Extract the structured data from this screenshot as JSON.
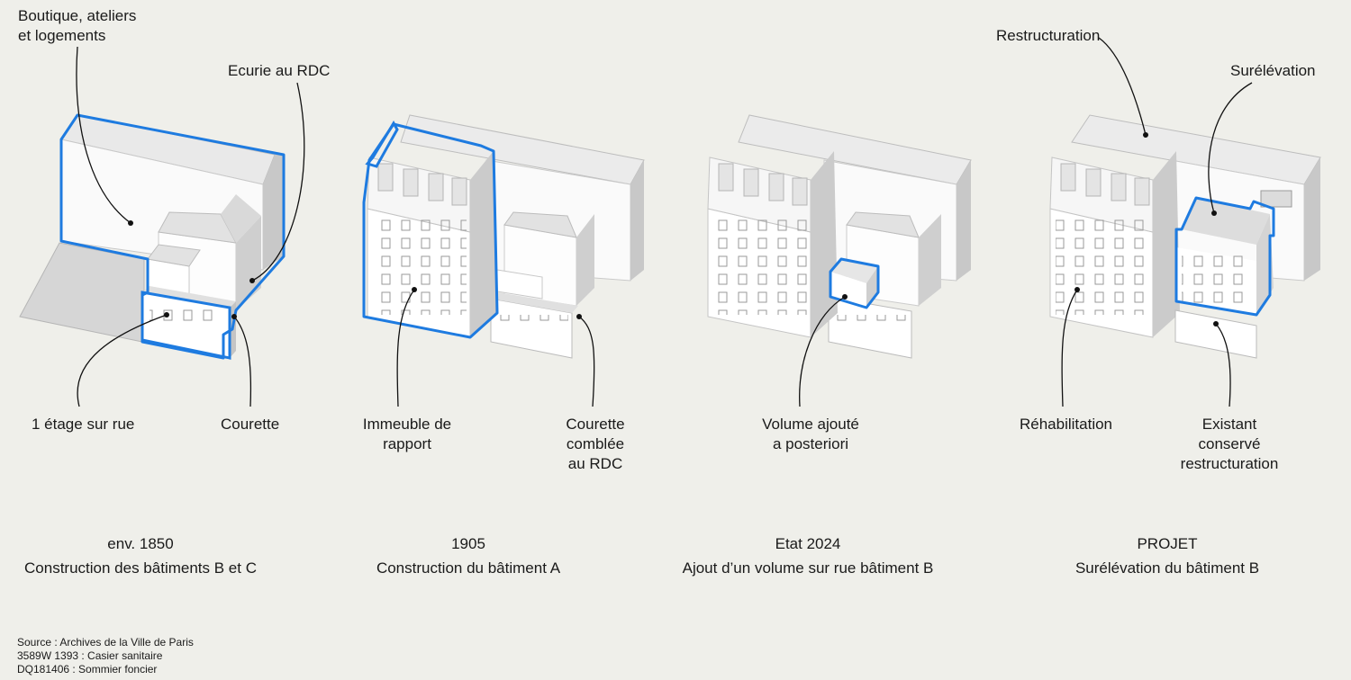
{
  "colors": {
    "background": "#efefea",
    "highlight": "#1e7be0",
    "leader": "#111111"
  },
  "stages": [
    {
      "date": "env. 1850",
      "caption": "Construction des bâtiments B et C",
      "labels": {
        "boutique": [
          "Boutique, ateliers",
          "et logements"
        ],
        "ecurie": "Ecurie au RDC",
        "etage": "1 étage sur rue",
        "courette": "Courette"
      }
    },
    {
      "date": "1905",
      "caption": "Construction du bâtiment A",
      "labels": {
        "immeuble": [
          "Immeuble de",
          "rapport"
        ],
        "courette_comblee": [
          "Courette",
          "comblée",
          "au RDC"
        ]
      }
    },
    {
      "date": "Etat 2024",
      "caption": "Ajout d’un volume sur rue bâtiment B",
      "labels": {
        "volume": [
          "Volume ajouté",
          "a posteriori"
        ]
      }
    },
    {
      "date": "PROJET",
      "caption": "Surélévation du bâtiment B",
      "labels": {
        "restructuration": "Restructuration",
        "surelevation": "Surélévation",
        "rehabilitation": "Réhabilitation",
        "existant": [
          "Existant",
          "conservé",
          "restructuration"
        ]
      }
    }
  ],
  "source": [
    "Source : Archives de la Ville de Paris",
    "3589W 1393 : Casier sanitaire",
    "DQ181406 : Sommier foncier"
  ]
}
